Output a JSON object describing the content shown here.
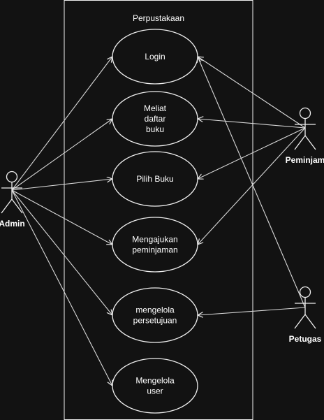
{
  "system": {
    "title": "Perpustakaan"
  },
  "colors": {
    "background": "#121212",
    "stroke": "#f0f0f0",
    "text": "#ffffff"
  },
  "use_cases": [
    {
      "id": "login",
      "lines": [
        "Login"
      ]
    },
    {
      "id": "lihat-daftar-buku",
      "lines": [
        "Meliat",
        "daftar",
        "buku"
      ]
    },
    {
      "id": "pilih-buku",
      "lines": [
        "Pilih Buku"
      ]
    },
    {
      "id": "mengajukan-peminjaman",
      "lines": [
        "Mengajukan",
        "peminjaman"
      ]
    },
    {
      "id": "mengelola-persetujuan",
      "lines": [
        "mengelola",
        "persetujuan"
      ]
    },
    {
      "id": "mengelola-user",
      "lines": [
        "Mengelola",
        "user"
      ]
    }
  ],
  "actors": [
    {
      "id": "admin",
      "name": "Admin"
    },
    {
      "id": "peminjam",
      "name": "Peminjam"
    },
    {
      "id": "petugas",
      "name": "Petugas"
    }
  ],
  "associations": [
    {
      "from": "admin",
      "to": "login"
    },
    {
      "from": "admin",
      "to": "lihat-daftar-buku"
    },
    {
      "from": "admin",
      "to": "pilih-buku"
    },
    {
      "from": "admin",
      "to": "mengajukan-peminjaman"
    },
    {
      "from": "admin",
      "to": "mengelola-persetujuan"
    },
    {
      "from": "admin",
      "to": "mengelola-user"
    },
    {
      "from": "peminjam",
      "to": "login"
    },
    {
      "from": "peminjam",
      "to": "lihat-daftar-buku"
    },
    {
      "from": "peminjam",
      "to": "pilih-buku"
    },
    {
      "from": "peminjam",
      "to": "mengajukan-peminjaman"
    },
    {
      "from": "petugas",
      "to": "login"
    },
    {
      "from": "petugas",
      "to": "mengelola-persetujuan"
    }
  ]
}
